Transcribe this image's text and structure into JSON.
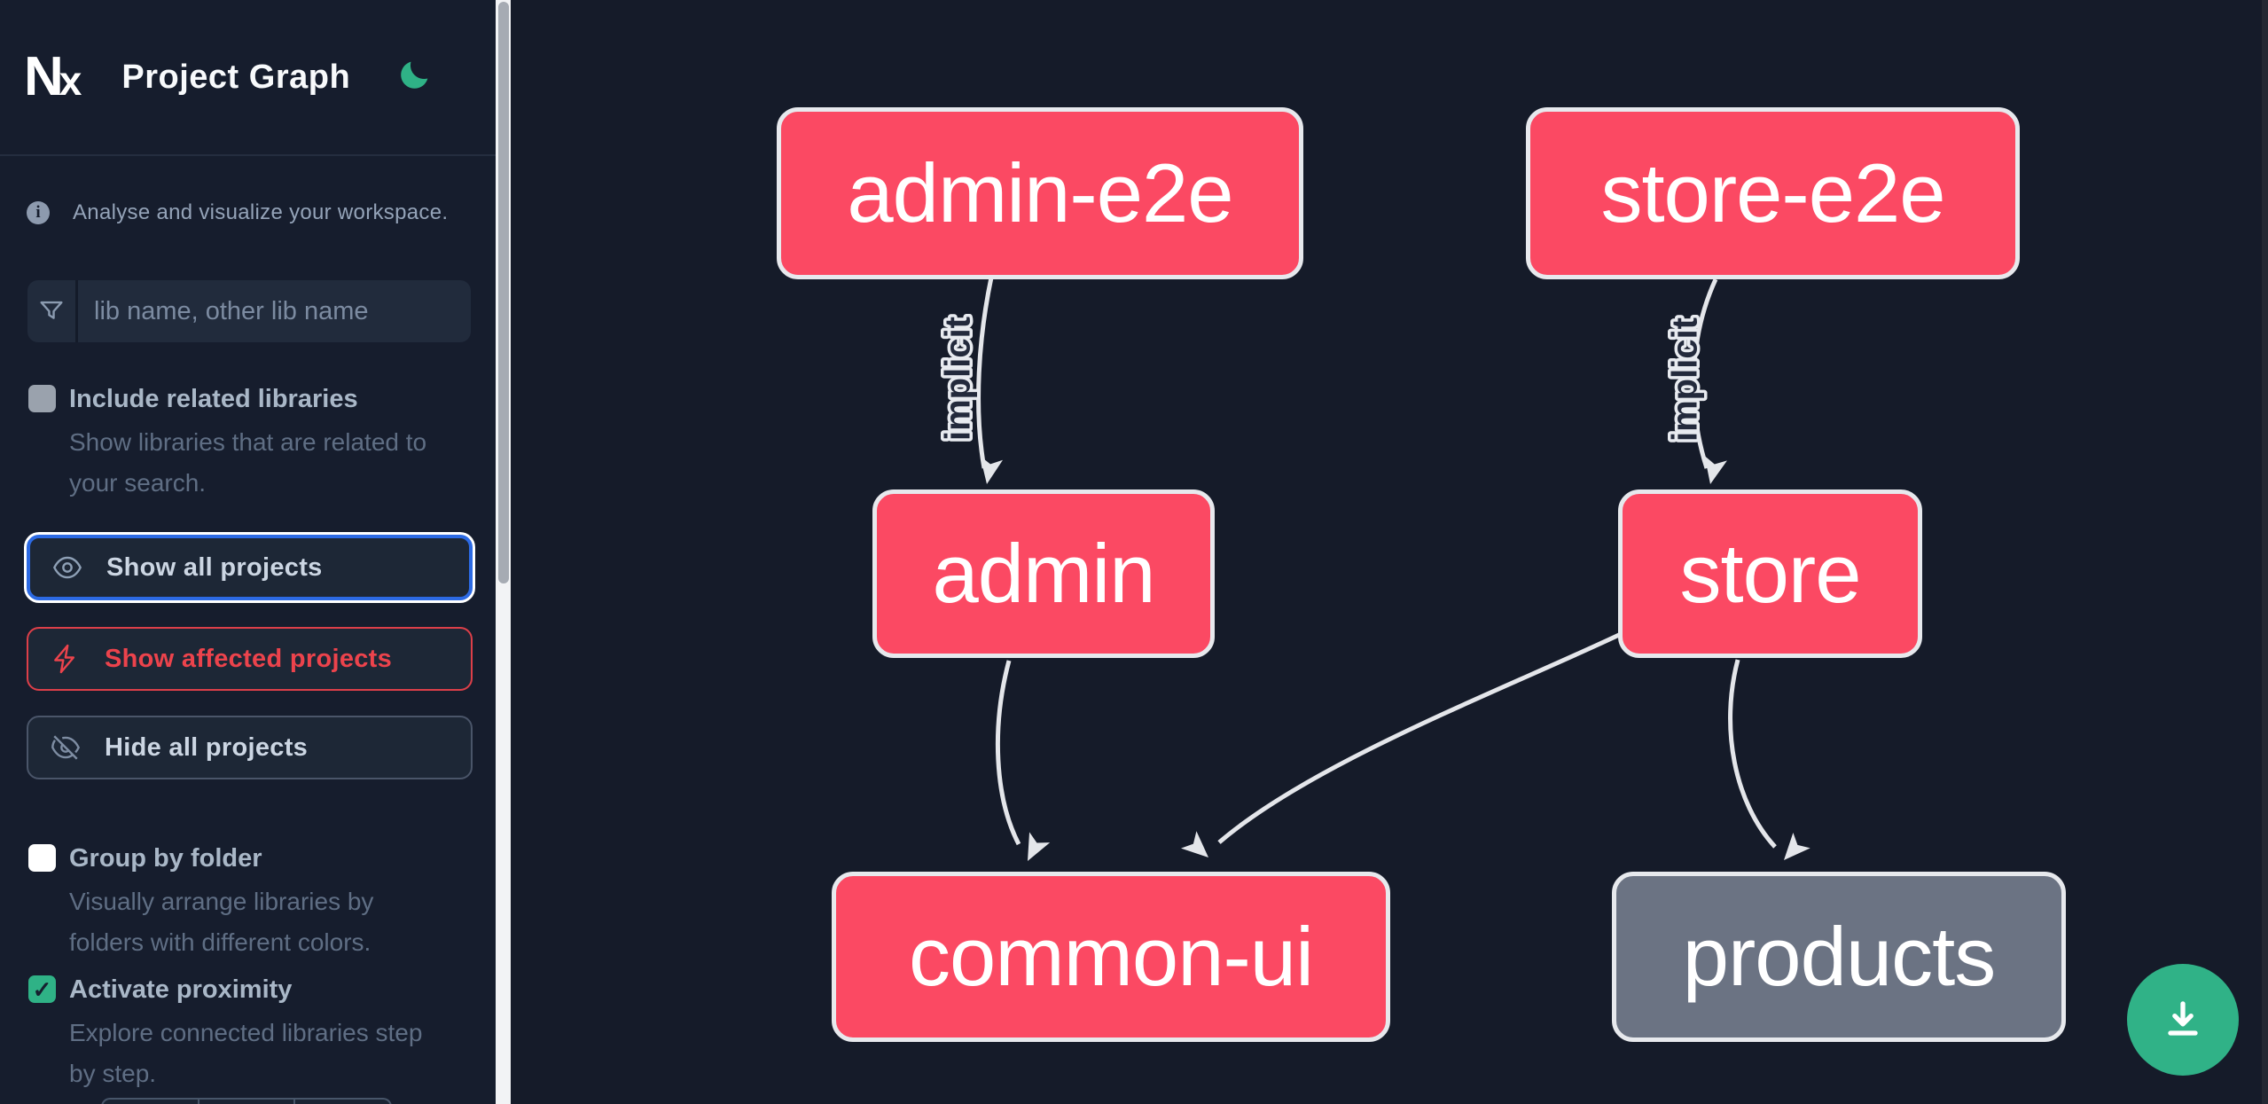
{
  "app": {
    "logo_text": "N",
    "logo_text_small": "x",
    "title": "Project Graph"
  },
  "theme": {
    "accent_green": "#2fb286",
    "node_pink": "#fb4963",
    "node_gray": "#6b7383",
    "edge_color": "#e4e6ea",
    "focus_blue": "#2c6ae4",
    "danger_red": "#ec434c",
    "sidebar_bg": "#161d2d",
    "canvas_bg": "#151b29"
  },
  "sidebar": {
    "info_icon": "info-circle-icon",
    "tagline": "Analyse and visualize your workspace.",
    "search": {
      "icon": "filter-funnel-icon",
      "placeholder": "lib name, other lib name",
      "value": ""
    },
    "toggles": [
      {
        "label": "Include related libraries",
        "description": "Show libraries that are related to your search.",
        "checked": false,
        "disabled": true
      },
      {
        "label": "Group by folder",
        "description": "Visually arrange libraries by folders with different colors.",
        "checked": false,
        "disabled": false
      },
      {
        "label": "Activate proximity",
        "description": "Explore connected libraries step by step.",
        "checked": true,
        "disabled": false
      }
    ],
    "check_glyph": "✓",
    "buttons": [
      {
        "label": "Show all projects",
        "icon": "eye-icon",
        "state": "focused"
      },
      {
        "label": "Show affected projects",
        "icon": "bolt-icon",
        "state": "danger"
      },
      {
        "label": "Hide all projects",
        "icon": "eye-off-icon",
        "state": "default"
      }
    ]
  },
  "graph": {
    "nodes": [
      {
        "id": "admin-e2e",
        "label": "admin-e2e",
        "kind": "affected"
      },
      {
        "id": "store-e2e",
        "label": "store-e2e",
        "kind": "affected"
      },
      {
        "id": "admin",
        "label": "admin",
        "kind": "affected"
      },
      {
        "id": "store",
        "label": "store",
        "kind": "affected"
      },
      {
        "id": "common-ui",
        "label": "common-ui",
        "kind": "affected"
      },
      {
        "id": "products",
        "label": "products",
        "kind": "normal"
      }
    ],
    "edges": [
      {
        "source": "admin-e2e",
        "target": "admin",
        "label": "implicit"
      },
      {
        "source": "store-e2e",
        "target": "store",
        "label": "implicit"
      },
      {
        "source": "admin",
        "target": "common-ui",
        "label": ""
      },
      {
        "source": "store",
        "target": "common-ui",
        "label": ""
      },
      {
        "source": "store",
        "target": "products",
        "label": ""
      }
    ]
  },
  "fab": {
    "icon": "download-icon"
  }
}
